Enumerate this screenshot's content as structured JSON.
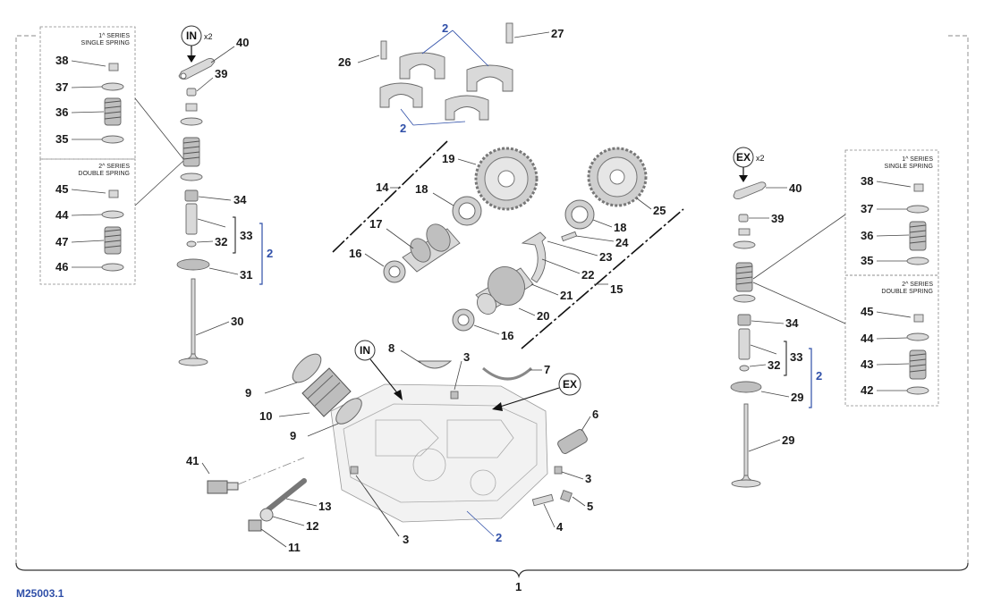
{
  "figure_code": "M25003.1",
  "assembly_number": "1",
  "intake_left": {
    "badge": "IN",
    "multiplier": "x2",
    "series1_title": [
      "1^ SERIES",
      "SINGLE SPRING"
    ],
    "series2_title": [
      "2^ SERIES",
      "DOUBLE SPRING"
    ]
  },
  "exhaust_right": {
    "badge": "EX",
    "multiplier": "x2",
    "series1_title": [
      "1^ SERIES",
      "SINGLE SPRING"
    ],
    "series2_title": [
      "2^ SERIES",
      "DOUBLE SPRING"
    ]
  },
  "head_badges": {
    "in": "IN",
    "ex": "EX"
  },
  "callouts": {
    "l38": "38",
    "l37": "37",
    "l36": "36",
    "l35": "35",
    "l45": "45",
    "l44": "44",
    "l47": "47",
    "l46": "46",
    "l40": "40",
    "l39": "39",
    "l34": "34",
    "l33": "33",
    "l32": "32",
    "l31": "31",
    "l30": "30",
    "l2": "2",
    "c26": "26",
    "c27": "27",
    "c2a": "2",
    "c2b": "2",
    "c14": "14",
    "c19": "19",
    "c18a": "18",
    "c17": "17",
    "c16a": "16",
    "c25": "25",
    "c18b": "18",
    "c24": "24",
    "c23": "23",
    "c22": "22",
    "c21": "21",
    "c15": "15",
    "c20": "20",
    "c16b": "16",
    "h8": "8",
    "h3a": "3",
    "h7": "7",
    "h9a": "9",
    "h10": "10",
    "h9b": "9",
    "h6": "6",
    "h41": "41",
    "h3b": "3",
    "h13": "13",
    "h4": "4",
    "h5": "5",
    "h12": "12",
    "h11": "11",
    "h3c": "3",
    "h2": "2",
    "r38": "38",
    "r37": "37",
    "r36": "36",
    "r35": "35",
    "r45": "45",
    "r44": "44",
    "r43": "43",
    "r42": "42",
    "r40": "40",
    "r39": "39",
    "r34": "34",
    "r33": "33",
    "r32": "32",
    "r29a": "29",
    "r29b": "29",
    "r2": "2"
  }
}
